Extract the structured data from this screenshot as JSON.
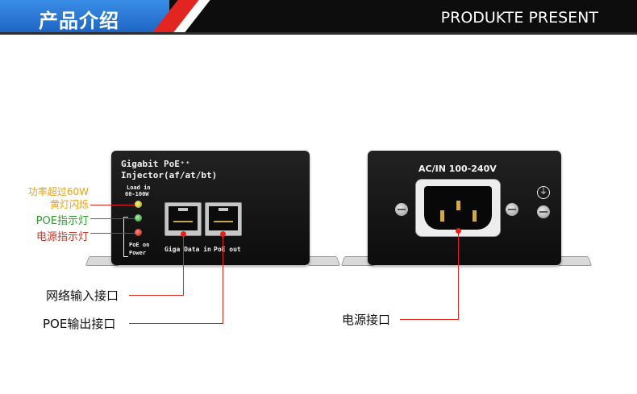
{
  "header": {
    "title": "产品介绍",
    "subtitle": "PRODUKTE PRESENT"
  },
  "front_panel": {
    "model_line1": "Gigabit PoE⁺⁺",
    "model_line2": "Injector(af/at/bt)",
    "load_label": "Load in",
    "load_range": "60-100W",
    "poe_on_label": "PoE on",
    "power_label": "Power",
    "port1_label": "Giga Data in",
    "port2_label": "PoE out"
  },
  "back_panel": {
    "voltage_label": "AC/IN 100-240V"
  },
  "indicator_labels": {
    "overload_line1": "功率超过60W",
    "overload_line2": "黄灯闪烁",
    "poe_indicator": "POE指示灯",
    "power_indicator": "电源指示灯"
  },
  "callouts": {
    "network_input": "网络输入接口",
    "poe_output": "POE输出接口",
    "power_input": "电源接口"
  },
  "colors": {
    "accent_red": "#e3231b",
    "banner_blue": "#2a78d6",
    "overload_text": "#e6a117",
    "poe_text": "#2f9a2f",
    "power_text": "#c0392b"
  }
}
